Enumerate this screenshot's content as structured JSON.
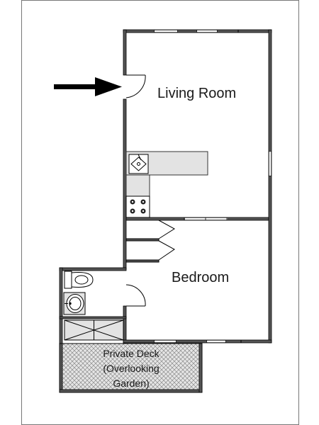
{
  "floorplan": {
    "rooms": {
      "living_room": "Living Room",
      "bedroom": "Bedroom"
    },
    "deck": {
      "line1": "Private Deck",
      "line2": "(Overlooking",
      "line3": "Garden)"
    },
    "entrance_marker": "arrow-icon"
  },
  "colors": {
    "wall": "#555555",
    "counter": "#e3e3e3",
    "deck_fill": "#d8d8d8",
    "line": "#000000"
  }
}
